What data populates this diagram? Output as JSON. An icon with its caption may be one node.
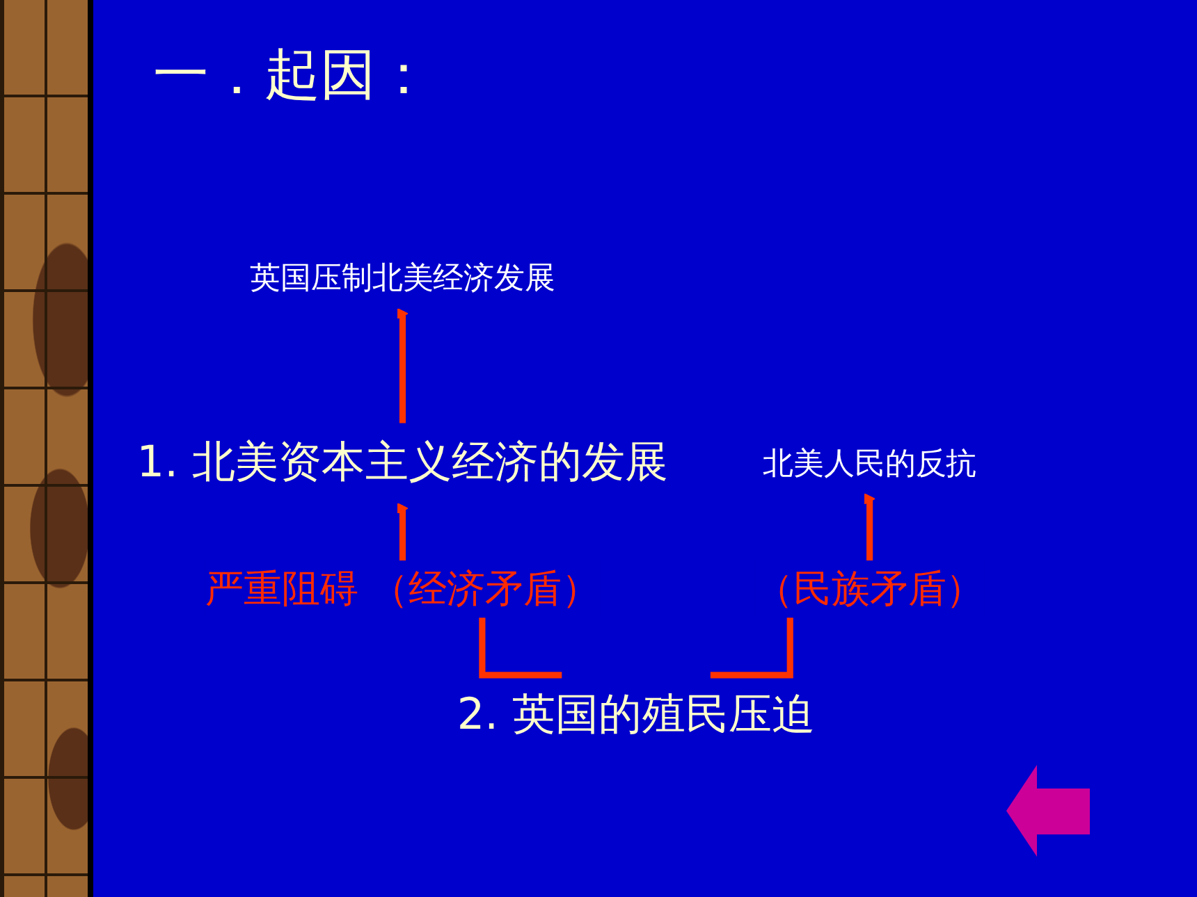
{
  "diagram": {
    "title": "一．起因：",
    "nodes": [
      {
        "text": [
          "1. 北美资本主义经济的发展"
        ]
      },
      {
        "text": [
          "英国压制北美经济发展"
        ]
      },
      {
        "text": [
          "2. 英国的殖民压迫"
        ]
      },
      {
        "text": [
          "北美人民的反抗"
        ]
      }
    ],
    "edges": [
      {
        "from": 2,
        "to": 0,
        "arrow": "to",
        "label": "严重阻碍 （经济矛盾）"
      },
      {
        "from": 0,
        "to": 1,
        "arrow": "to"
      },
      {
        "from": 2,
        "to": 3,
        "arrow": "to",
        "label": "（民族矛盾）"
      }
    ]
  }
}
